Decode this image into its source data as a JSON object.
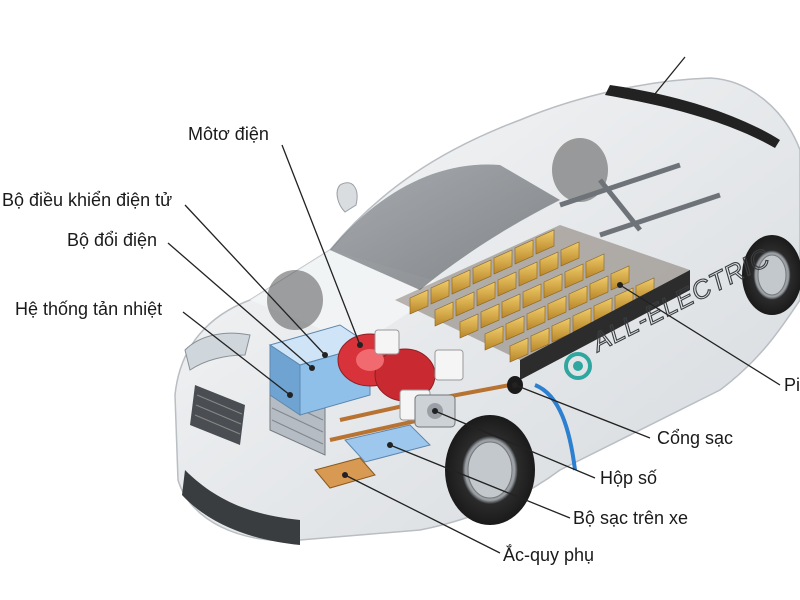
{
  "labels": {
    "motor": "Môtơ điện",
    "controller": "Bộ điều khiển điện tử",
    "inverter": "Bộ đổi điện",
    "cooling": "Hệ thống tản nhiệt",
    "battery": "Pi",
    "charge_port": "Cổng sạc",
    "gearbox": "Hộp số",
    "onboard_charger": "Bộ sạc trên xe",
    "aux_battery": "Ắc-quy phụ"
  },
  "car": {
    "side_badge": "ALL-ELECTRIC"
  },
  "colors": {
    "body": "#e9ecef",
    "battery_cells": "#d6a63c",
    "motor": "#d8323a",
    "inverter_blue": "#8fc0ea",
    "cable_blue": "#2d7fd0",
    "copper": "#b87333"
  }
}
